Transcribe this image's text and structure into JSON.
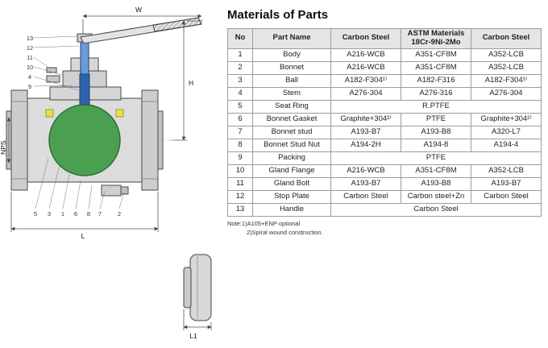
{
  "page_title": "Materials of Parts",
  "diagram": {
    "dims": {
      "w": "W",
      "h": "H",
      "nps": "NPS",
      "l": "L",
      "l1": "L1"
    },
    "callouts_left": [
      "13",
      "12",
      "11",
      "10",
      "4",
      "9"
    ],
    "callouts_bottom": [
      "5",
      "3",
      "1",
      "6",
      "8",
      "7",
      "2"
    ]
  },
  "table": {
    "headers": {
      "no": "No",
      "part_name": "Part Name",
      "col1": "Carbon Steel",
      "col2_line1": "ASTM Materials",
      "col2_line2": "18Cr-9Ni-2Mo",
      "col3": "Carbon Steel"
    },
    "rows": [
      {
        "no": "1",
        "name": "Body",
        "c1": "A216-WCB",
        "c2": "A351-CF8M",
        "c3": "A352-LCB"
      },
      {
        "no": "2",
        "name": "Bonnet",
        "c1": "A216-WCB",
        "c2": "A351-CF8M",
        "c3": "A352-LCB"
      },
      {
        "no": "3",
        "name": "Ball",
        "c1": "A182-F304¹⁾",
        "c2": "A182-F316",
        "c3": "A182-F304¹⁾"
      },
      {
        "no": "4",
        "name": "Stem",
        "c1": "A276-304",
        "c2": "A276-316",
        "c3": "A276-304"
      },
      {
        "no": "5",
        "name": "Seat Ring",
        "span": "R.PTFE"
      },
      {
        "no": "6",
        "name": "Bonnet Gasket",
        "c1": "Graphite+304²⁾",
        "c2": "PTFE",
        "c3": "Graphite+304²⁾"
      },
      {
        "no": "7",
        "name": "Bonnet stud",
        "c1": "A193-B7",
        "c2": "A193-B8",
        "c3": "A320-L7"
      },
      {
        "no": "8",
        "name": "Bonnet Stud Nut",
        "c1": "A194-2H",
        "c2": "A194-8",
        "c3": "A194-4"
      },
      {
        "no": "9",
        "name": "Packing",
        "span": "PTFE"
      },
      {
        "no": "10",
        "name": "Gland Flange",
        "c1": "A216-WCB",
        "c2": "A351-CF8M",
        "c3": "A352-LCB"
      },
      {
        "no": "11",
        "name": "Gland Bolt",
        "c1": "A193-B7",
        "c2": "A193-B8",
        "c3": "A193-B7"
      },
      {
        "no": "12",
        "name": "Stop Plate",
        "c1": "Carbon Steel",
        "c2": "Carbon steel+Zn",
        "c3": "Carbon Steel"
      },
      {
        "no": "13",
        "name": "Handle",
        "span": "Carbon Steel"
      }
    ]
  },
  "notes": {
    "line1": "Note:1)A105+ENP optional",
    "line2": "2)Spiral wound construction."
  }
}
